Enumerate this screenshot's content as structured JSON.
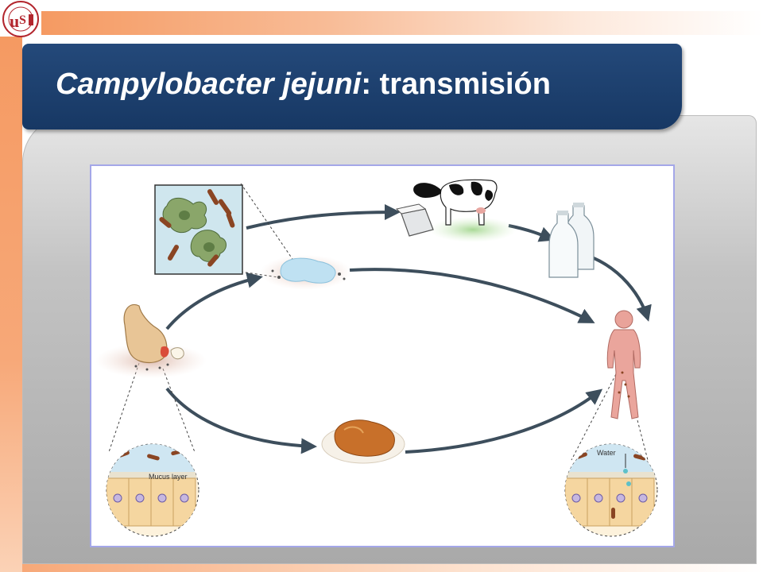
{
  "title": {
    "italic_part": "Campylobacter jejuni",
    "rest": ": transmisión"
  },
  "diagram": {
    "label_mucus": "Mucus layer",
    "label_water": "Water"
  },
  "colors": {
    "title_bg": "#1b3d6b",
    "accent_orange": "#f59a62",
    "figure_border": "#a4a7e8",
    "arrow": "#3d4e5c"
  },
  "icons": [
    "university-logo",
    "amoeba-inset",
    "puddle-icon",
    "cow-icon",
    "feed-trough-icon",
    "milk-bottles-icon",
    "human-figure-icon",
    "chicken-icon",
    "roast-chicken-icon",
    "intestine-chicken-inset",
    "intestine-human-inset"
  ]
}
